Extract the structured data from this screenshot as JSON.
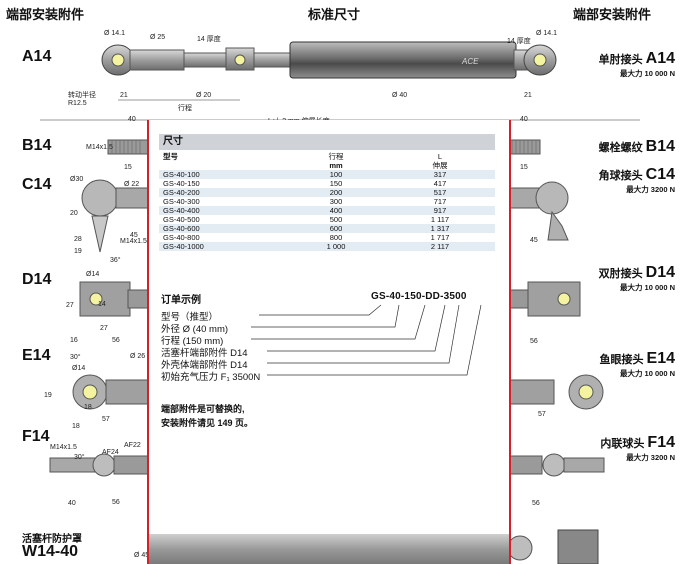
{
  "header": {
    "left_title": "端部安装附件",
    "center_title": "标准尺寸",
    "right_title": "端部安装附件"
  },
  "rows": {
    "a14": {
      "code": "A14",
      "desc": "单肘接头",
      "sub": "最大力 10 000 N"
    },
    "b14": {
      "code": "B14",
      "desc": "螺栓螺纹"
    },
    "c14": {
      "code": "C14",
      "desc": "角球接头",
      "sub": "最大力 3200 N"
    },
    "d14": {
      "code": "D14",
      "desc": "双肘接头",
      "sub": "最大力 10 000 N"
    },
    "e14": {
      "code": "E14",
      "desc": "鱼眼接头",
      "sub": "最大力 10 000 N"
    },
    "f14": {
      "code": "F14",
      "desc": "内联球头",
      "sub": "最大力 3200 N"
    },
    "w14": {
      "code": "W14-40",
      "desc": "活塞杆防护罩"
    }
  },
  "top_dims": {
    "d14_1": "Ø 14.1",
    "d25": "Ø 25",
    "thick14": "14 厚度",
    "thick14_r": "14 厚度",
    "d14_1_r": "Ø 14.1",
    "r12_5": "转动半径 R12.5",
    "d21": "21",
    "d20": "Ø 20",
    "stroke": "行程",
    "d40": "Ø 40",
    "d21_r": "21",
    "len40": "40",
    "length": "L+/- 2 mm 伸展长度",
    "len40_r": "40",
    "ace": "ACE"
  },
  "side_dims": {
    "m14": "M14x1.5",
    "d15": "15",
    "d30": "Ø30",
    "d22": "Ø 22",
    "d20": "20",
    "d28": "28",
    "d36": "36°",
    "d19": "19",
    "d45": "45",
    "d14": "Ø14",
    "d27": "27",
    "d16": "16",
    "d56": "56",
    "d26": "Ø 26",
    "d30b": "30°",
    "d18": "18",
    "d57": "57",
    "d19b": "19",
    "af24": "AF24",
    "af22": "AF22",
    "d40": "40",
    "d45b": "Ø 45",
    "m14b": "M14x1.5",
    "d14b": "14",
    "d27b": "27",
    "d18b": "18",
    "d57b": "57",
    "d56b": "56",
    "d15b": "15",
    "d14e": "Ø14",
    "d14e2": "14",
    "d30e": "30°"
  },
  "table": {
    "title": "尺寸",
    "headers": {
      "model": "型号",
      "stroke": "行程",
      "stroke_unit": "mm",
      "len": "L",
      "len_sub": "伸展"
    },
    "rows": [
      {
        "model": "GS-40-100",
        "stroke": "100",
        "len": "317"
      },
      {
        "model": "GS-40-150",
        "stroke": "150",
        "len": "417"
      },
      {
        "model": "GS-40-200",
        "stroke": "200",
        "len": "517"
      },
      {
        "model": "GS-40-300",
        "stroke": "300",
        "len": "717"
      },
      {
        "model": "GS-40-400",
        "stroke": "400",
        "len": "917"
      },
      {
        "model": "GS-40-500",
        "stroke": "500",
        "len": "1 117"
      },
      {
        "model": "GS-40-600",
        "stroke": "600",
        "len": "1 317"
      },
      {
        "model": "GS-40-800",
        "stroke": "800",
        "len": "1 717"
      },
      {
        "model": "GS-40-1000",
        "stroke": "1 000",
        "len": "2 117"
      }
    ]
  },
  "order": {
    "title": "订单示例",
    "code": "GS-40-150-DD-3500",
    "lines": [
      "型号（推型）",
      "外径 Ø (40 mm)",
      "行程 (150 mm)",
      "活塞杆端部附件 D14",
      "外壳体端部附件 D14",
      "初始充气压力 F₁ 3500N"
    ],
    "note1": "端部附件是可替换的,",
    "note2": "安装附件请见 149 页。"
  }
}
